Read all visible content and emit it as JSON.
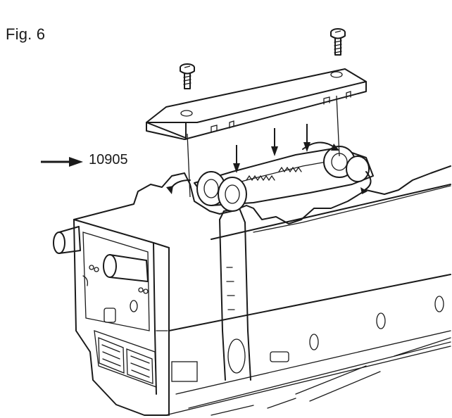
{
  "figure": {
    "label": "Fig. 6"
  },
  "callout": {
    "part_number": "10905",
    "arrow": "right-arrow-icon"
  },
  "parts": {
    "screws": [
      "screw-left-icon",
      "screw-right-icon"
    ],
    "cover_plate": "cover-plate",
    "motor": "motor-assembly",
    "body": "locomotive-body"
  },
  "colors": {
    "ink": "#1a1a1a",
    "paper": "#ffffff"
  }
}
